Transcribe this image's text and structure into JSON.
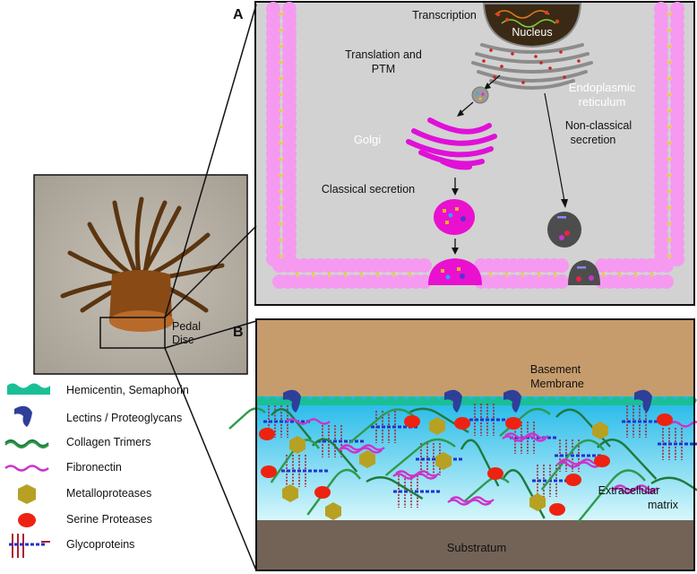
{
  "panel_a": {
    "letter": "A",
    "labels": {
      "transcription": "Transcription",
      "nucleus": "Nucleus",
      "translation_line1": "Translation and",
      "translation_line2": "PTM",
      "er_line1": "Endoplasmic",
      "er_line2": "reticulum",
      "golgi": "Golgi",
      "nonclassical_line1": "Non-classical",
      "nonclassical_line2": "secretion",
      "classical": "Classical secretion"
    }
  },
  "panel_b": {
    "letter": "B",
    "labels": {
      "basement_line1": "Basement",
      "basement_line2": "Membrane",
      "ecm_line1": "Extracellular",
      "ecm_line2": "matrix",
      "substratum": "Substratum"
    }
  },
  "photo": {
    "pedal_line1": "Pedal",
    "pedal_line2": "Disc"
  },
  "legend": [
    {
      "icon": "hemicentin-icon",
      "label": "Hemicentin, Semaphorin",
      "color": "#1abf96"
    },
    {
      "icon": "lectin-icon",
      "label": "Lectins / Proteoglycans",
      "color": "#2e3f99"
    },
    {
      "icon": "collagen-icon",
      "label": "Collagen Trimers",
      "color": "#1e7a3c"
    },
    {
      "icon": "fibronectin-icon",
      "label": "Fibronectin",
      "color": "#cc33cc"
    },
    {
      "icon": "metalloprotease-icon",
      "label": "Metalloproteases",
      "color": "#b7a123"
    },
    {
      "icon": "serine-protease-icon",
      "label": "Serine Proteases",
      "color": "#ee2211"
    },
    {
      "icon": "glycoprotein-icon",
      "label": "Glycoproteins",
      "color": "#2233cc"
    }
  ]
}
